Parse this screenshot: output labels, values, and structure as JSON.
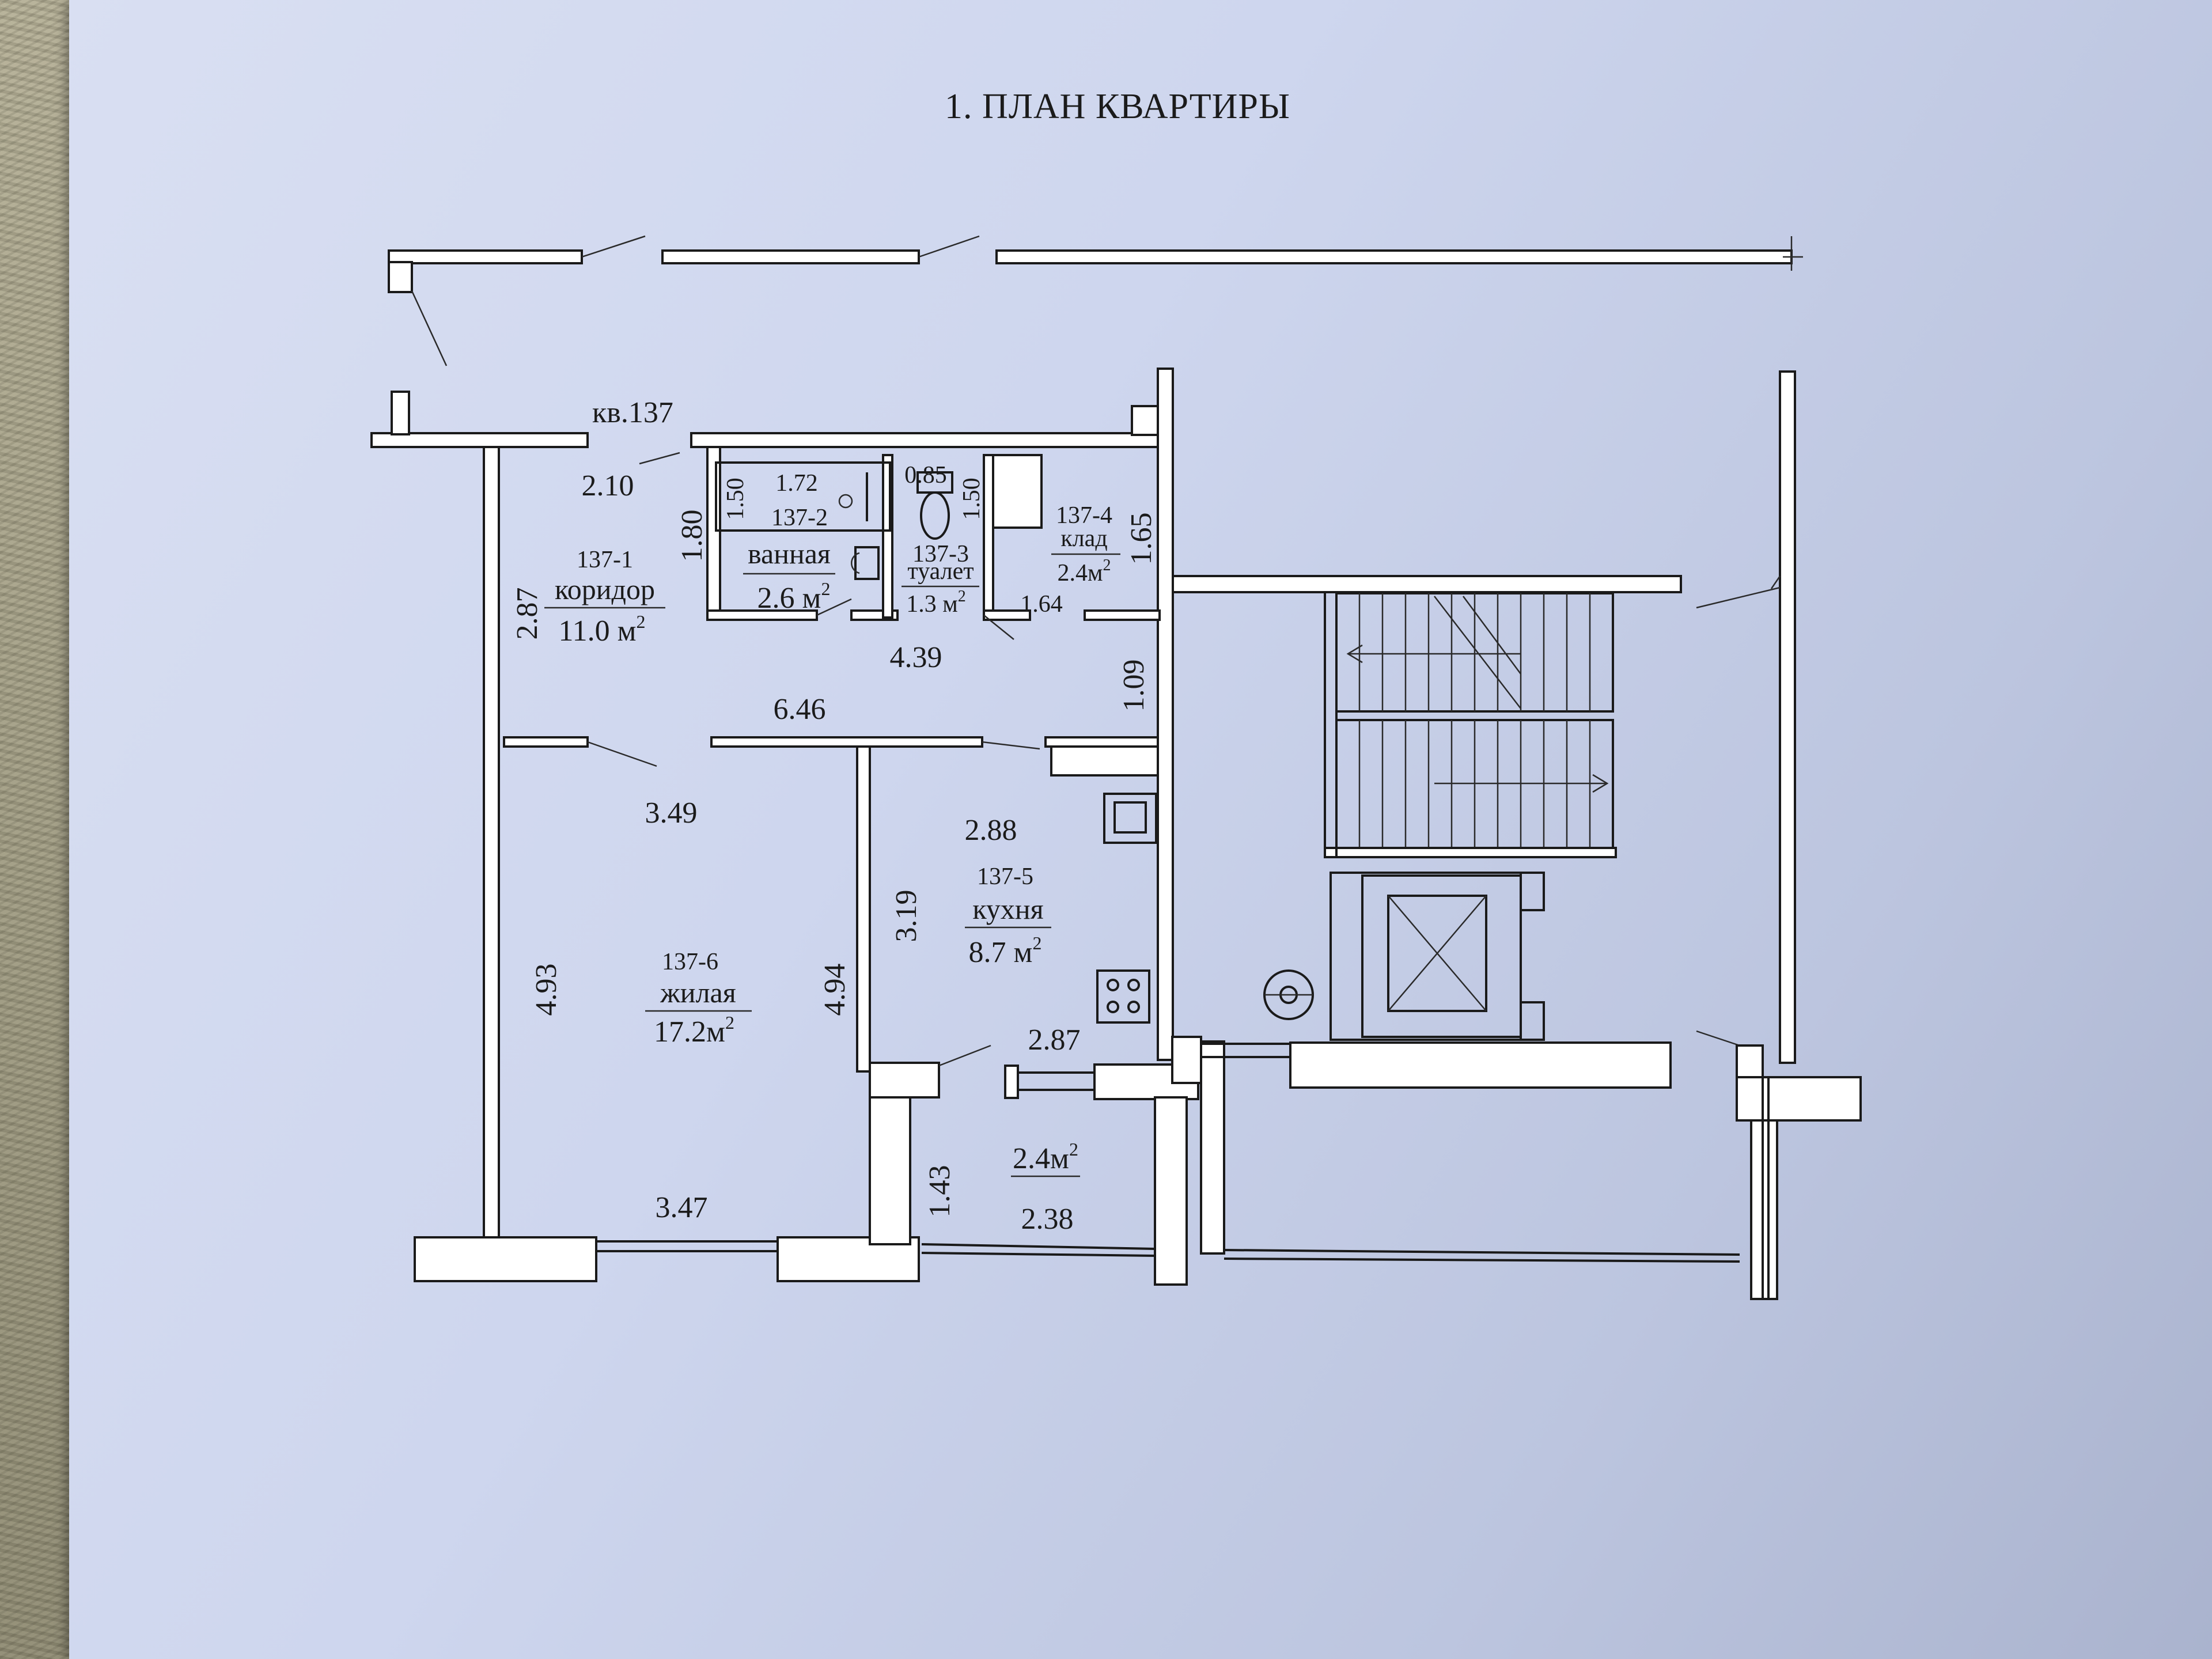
{
  "title": "1. ПЛАН КВАРТИРЫ",
  "apartment_label": "кв.137",
  "rooms": {
    "corridor": {
      "code": "137-1",
      "name": "коридор",
      "area": "11.0 м",
      "sup": "2"
    },
    "bathroom": {
      "code": "137-2",
      "name": "ванная",
      "area": "2.6 м",
      "sup": "2"
    },
    "toilet": {
      "code": "137-3",
      "name": "туалет",
      "area": "1.3 м",
      "sup": "2"
    },
    "storage": {
      "code": "137-4",
      "name": "клад",
      "area": "2.4м",
      "sup": "2"
    },
    "kitchen": {
      "code": "137-5",
      "name": "кухня",
      "area": "8.7 м",
      "sup": "2"
    },
    "living": {
      "code": "137-6",
      "name": "жилая",
      "area": "17.2м",
      "sup": "2"
    },
    "balcony": {
      "area": "2.4м",
      "sup": "2"
    }
  },
  "dimensions": {
    "d_2_10": "2.10",
    "d_1_80": "1.80",
    "d_2_87_corridor": "2.87",
    "d_1_72": "1.72",
    "d_1_50_bath": "1.50",
    "d_0_85": "0.85",
    "d_1_50_wc": "1.50",
    "d_1_65": "1.65",
    "d_1_64": "1.64",
    "d_4_39": "4.39",
    "d_1_09": "1.09",
    "d_6_46": "6.46",
    "d_3_49": "3.49",
    "d_2_88": "2.88",
    "d_3_19": "3.19",
    "d_4_93": "4.93",
    "d_4_94": "4.94",
    "d_2_87_balcony": "2.87",
    "d_1_43": "1.43",
    "d_3_47": "3.47",
    "d_2_38": "2.38"
  }
}
